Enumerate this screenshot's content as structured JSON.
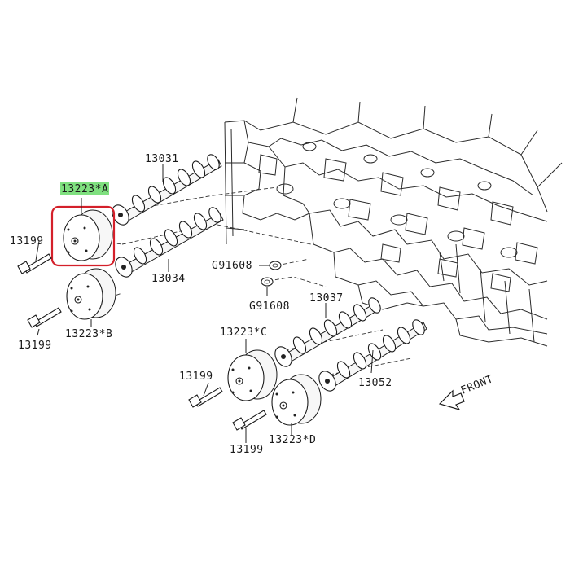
{
  "diagram": {
    "colors": {
      "highlight_fill": "#7fe07f",
      "box_stroke": "#d4202a",
      "line": "#222222"
    },
    "labels": {
      "part_13031": "13031",
      "part_13223a": "13223*A",
      "part_13199_a": "13199",
      "part_13034": "13034",
      "part_g91608_top": "G91608",
      "part_g91608_bot": "G91608",
      "part_13223b": "13223*B",
      "part_13199_b": "13199",
      "part_13037": "13037",
      "part_13223c": "13223*C",
      "part_13199_c": "13199",
      "part_13052": "13052",
      "part_13199_d": "13199",
      "part_13223d": "13223*D",
      "front": "FRONT"
    }
  }
}
